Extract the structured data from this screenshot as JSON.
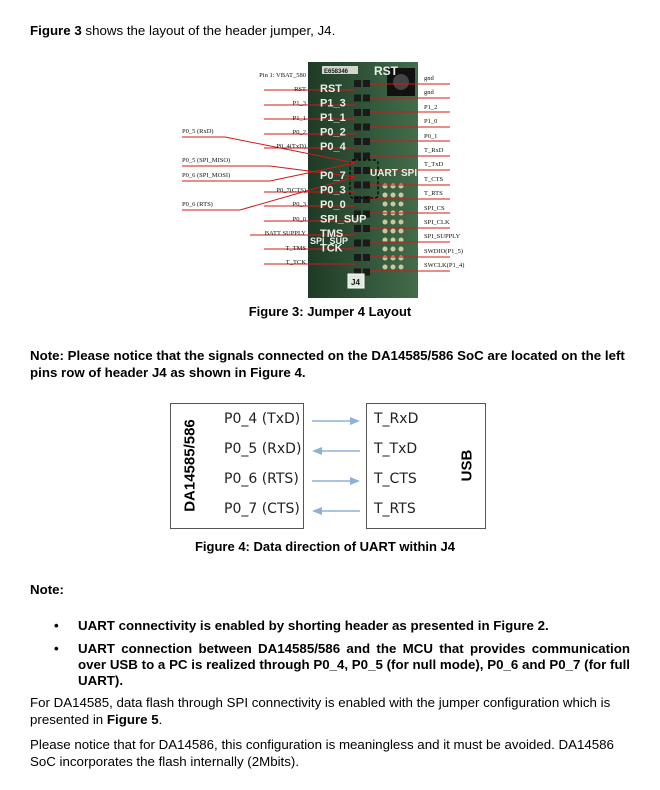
{
  "intro": {
    "fig_ref": "Figure 3",
    "text": " shows the layout of the header jumper, J4."
  },
  "board": {
    "chip_label": "E658346",
    "silkscreen_rst": "RST",
    "silkscreen_uart": "UART",
    "silkscreen_spi": "SPI",
    "silkscreen_spi_sup": "SPI_SUP",
    "silkscreen_j4": "J4",
    "left_labels": [
      "Pin 1: VBAT_580",
      "RST",
      "P1_3",
      "P1_1",
      "P0_2",
      "P0_4(TxD)",
      "P0_7(CTS)",
      "P0_3",
      "P0_0",
      "BATT SUPPLY",
      "T_TMS",
      "T_TCK"
    ],
    "far_left_labels": [
      "P0_5 (RxD)",
      "P0_5 (SPI_MISO)",
      "P0_6 (SPI_MOSI)",
      "P0_6 (RTS)"
    ],
    "right_labels": [
      "gnd",
      "gnd",
      "P1_2",
      "P1_0",
      "P0_1",
      "T_RxD",
      "T_TxD",
      "T_CTS",
      "T_RTS",
      "SPI_CS",
      "SPI_CLK",
      "SPI_SUPPLY",
      "SWDIO(P1_5)",
      "SWCLK(P1_4)"
    ],
    "silk_rows": [
      "RST",
      "P1_3",
      "P1_1",
      "P0_2",
      "P0_4",
      "",
      "P0_7",
      "P0_3",
      "P0_0",
      "SPI_SUP",
      "TMS",
      "TCK"
    ]
  },
  "fig3_caption": "Figure 3: Jumper 4 Layout",
  "note1": "Note: Please notice that the signals connected on the DA14585/586 SoC are located on the left pins row of header J4 as shown in Figure 4.",
  "fig4": {
    "left_title": "DA14585/586",
    "right_title": "USB",
    "rows": [
      {
        "left": "P0_4 (TxD)",
        "right": "T_RxD",
        "dir": "right"
      },
      {
        "left": "P0_5 (RxD)",
        "right": "T_TxD",
        "dir": "left"
      },
      {
        "left": "P0_6 (RTS)",
        "right": "T_CTS",
        "dir": "right"
      },
      {
        "left": "P0_7 (CTS)",
        "right": "T_RTS",
        "dir": "left"
      }
    ],
    "caption": "Figure 4: Data direction of UART within J4"
  },
  "note2_title": "Note:",
  "bullets": [
    "UART connectivity is enabled by shorting header as presented in Figure 2.",
    "UART connection between DA14585/586 and the MCU that provides communication over USB to a PC is realized through P0_4, P0_5 (for null mode), P0_6 and P0_7 (for full UART)."
  ],
  "para1": {
    "text": "For DA14585, data flash through SPI connectivity is enabled with the jumper configuration which is presented in ",
    "bold": "Figure 5",
    "end": "."
  },
  "para2": "Please notice that for DA14586, this configuration is meaningless and it must be avoided. DA14586 SoC incorporates the flash internally (2Mbits).",
  "colors": {
    "board_green": "#2e5a3a",
    "accent_red": "#d01818",
    "arrow_blue": "#8fb1d9"
  }
}
